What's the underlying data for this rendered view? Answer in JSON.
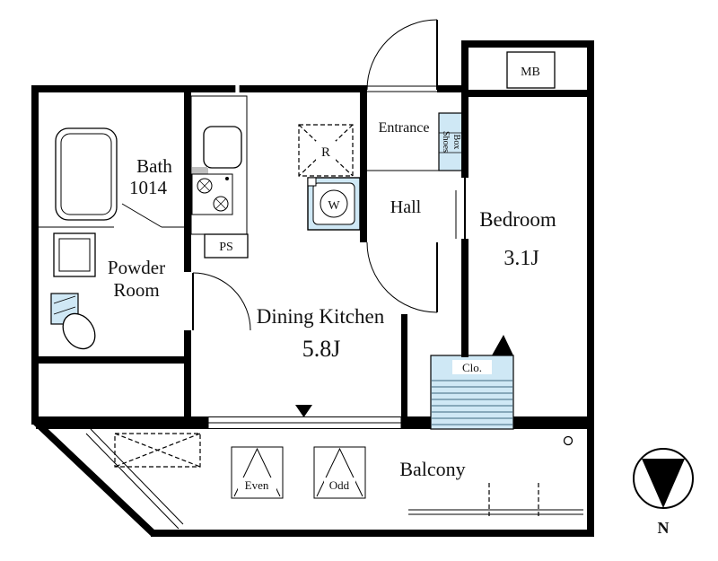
{
  "plan": {
    "rooms": {
      "bath": {
        "name": "Bath",
        "size": "1014"
      },
      "powder_room": {
        "line1": "Powder",
        "line2": "Room"
      },
      "dining_kitchen": {
        "name": "Dining Kitchen",
        "size": "5.8J"
      },
      "bedroom": {
        "name": "Bedroom",
        "size": "3.1J"
      },
      "hall": {
        "name": "Hall"
      },
      "entrance": {
        "name": "Entrance"
      },
      "balcony": {
        "name": "Balcony"
      },
      "closet": {
        "name": "Clo."
      }
    },
    "labels": {
      "meter_box": "MB",
      "pipe_space": "PS",
      "refrigerator": "R",
      "washing_machine": "W",
      "shoes_box_line1": "Shoes",
      "shoes_box_line2": "Box",
      "hatch_even": "Even",
      "hatch_odd": "Odd",
      "compass_north": "N"
    },
    "colors": {
      "wall": "#000000",
      "fixture_fill": "#cfe8f5",
      "closet_stripe": "#3d6880",
      "background": "#ffffff"
    }
  }
}
